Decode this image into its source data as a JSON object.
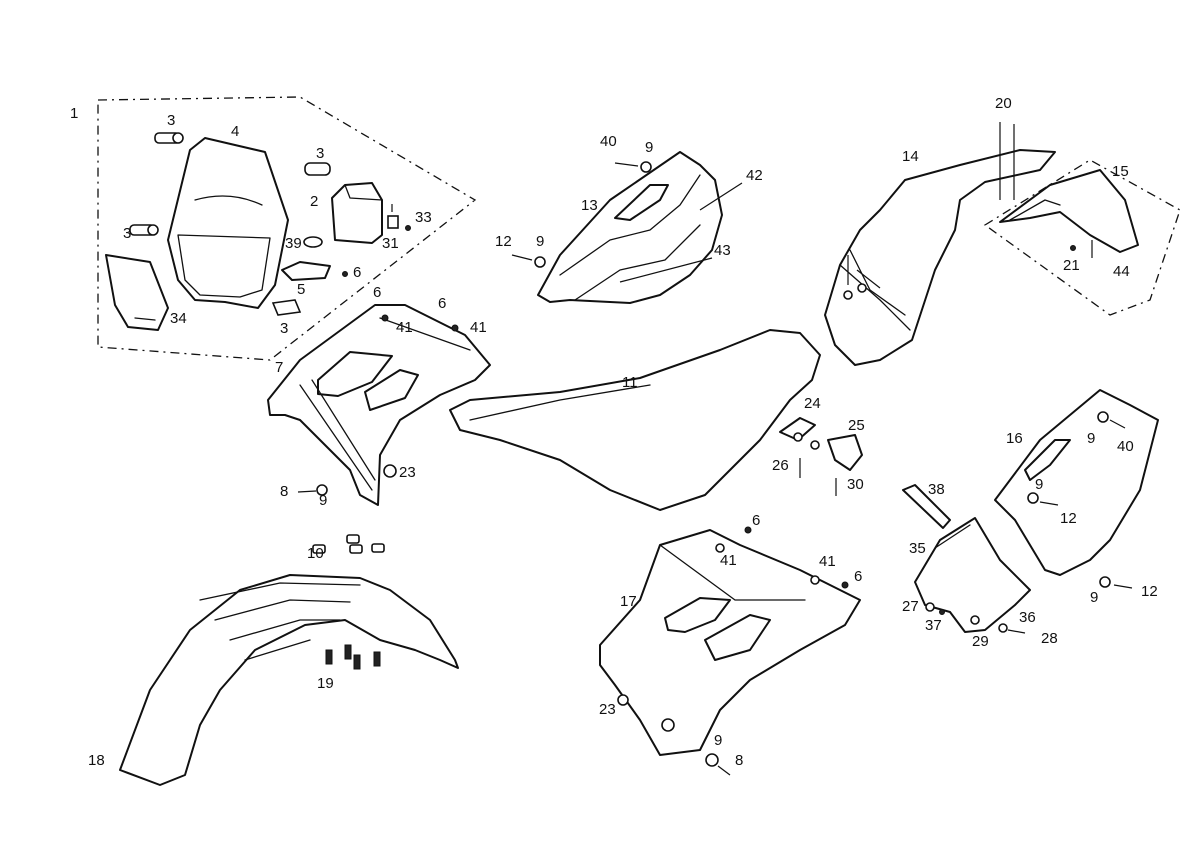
{
  "callouts": [
    {
      "id": "c1",
      "text": "1"
    },
    {
      "id": "c3a",
      "text": "3"
    },
    {
      "id": "c4",
      "text": "4"
    },
    {
      "id": "c3b",
      "text": "3"
    },
    {
      "id": "c2",
      "text": "2"
    },
    {
      "id": "c33",
      "text": "33"
    },
    {
      "id": "c31",
      "text": "31"
    },
    {
      "id": "c39",
      "text": "39"
    },
    {
      "id": "c3c",
      "text": "3"
    },
    {
      "id": "c6a",
      "text": "6"
    },
    {
      "id": "c5",
      "text": "5"
    },
    {
      "id": "c34",
      "text": "34"
    },
    {
      "id": "c3d",
      "text": "3"
    },
    {
      "id": "c6b",
      "text": "6"
    },
    {
      "id": "c6c",
      "text": "6"
    },
    {
      "id": "c41a",
      "text": "41"
    },
    {
      "id": "c41b",
      "text": "41"
    },
    {
      "id": "c7",
      "text": "7"
    },
    {
      "id": "c8a",
      "text": "8"
    },
    {
      "id": "c9a",
      "text": "9"
    },
    {
      "id": "c23a",
      "text": "23"
    },
    {
      "id": "c40a",
      "text": "40"
    },
    {
      "id": "c9b",
      "text": "9"
    },
    {
      "id": "c42",
      "text": "42"
    },
    {
      "id": "c13",
      "text": "13"
    },
    {
      "id": "c12a",
      "text": "12"
    },
    {
      "id": "c9c",
      "text": "9"
    },
    {
      "id": "c43",
      "text": "43"
    },
    {
      "id": "c20",
      "text": "20"
    },
    {
      "id": "c14",
      "text": "14"
    },
    {
      "id": "c15",
      "text": "15"
    },
    {
      "id": "c21",
      "text": "21"
    },
    {
      "id": "c44",
      "text": "44"
    },
    {
      "id": "c11",
      "text": "11"
    },
    {
      "id": "c24",
      "text": "24"
    },
    {
      "id": "c25",
      "text": "25"
    },
    {
      "id": "c26",
      "text": "26"
    },
    {
      "id": "c30",
      "text": "30"
    },
    {
      "id": "c16",
      "text": "16"
    },
    {
      "id": "c9d",
      "text": "9"
    },
    {
      "id": "c40b",
      "text": "40"
    },
    {
      "id": "c38",
      "text": "38"
    },
    {
      "id": "c9e",
      "text": "9"
    },
    {
      "id": "c12b",
      "text": "12"
    },
    {
      "id": "c35",
      "text": "35"
    },
    {
      "id": "c10",
      "text": "10"
    },
    {
      "id": "c6d",
      "text": "6"
    },
    {
      "id": "c41c",
      "text": "41"
    },
    {
      "id": "c41d",
      "text": "41"
    },
    {
      "id": "c6e",
      "text": "6"
    },
    {
      "id": "c17",
      "text": "17"
    },
    {
      "id": "c27",
      "text": "27"
    },
    {
      "id": "c37",
      "text": "37"
    },
    {
      "id": "c36",
      "text": "36"
    },
    {
      "id": "c28",
      "text": "28"
    },
    {
      "id": "c29",
      "text": "29"
    },
    {
      "id": "c9f",
      "text": "9"
    },
    {
      "id": "c12c",
      "text": "12"
    },
    {
      "id": "c19",
      "text": "19"
    },
    {
      "id": "c23b",
      "text": "23"
    },
    {
      "id": "c9g",
      "text": "9"
    },
    {
      "id": "c8b",
      "text": "8"
    },
    {
      "id": "c18",
      "text": "18"
    }
  ]
}
